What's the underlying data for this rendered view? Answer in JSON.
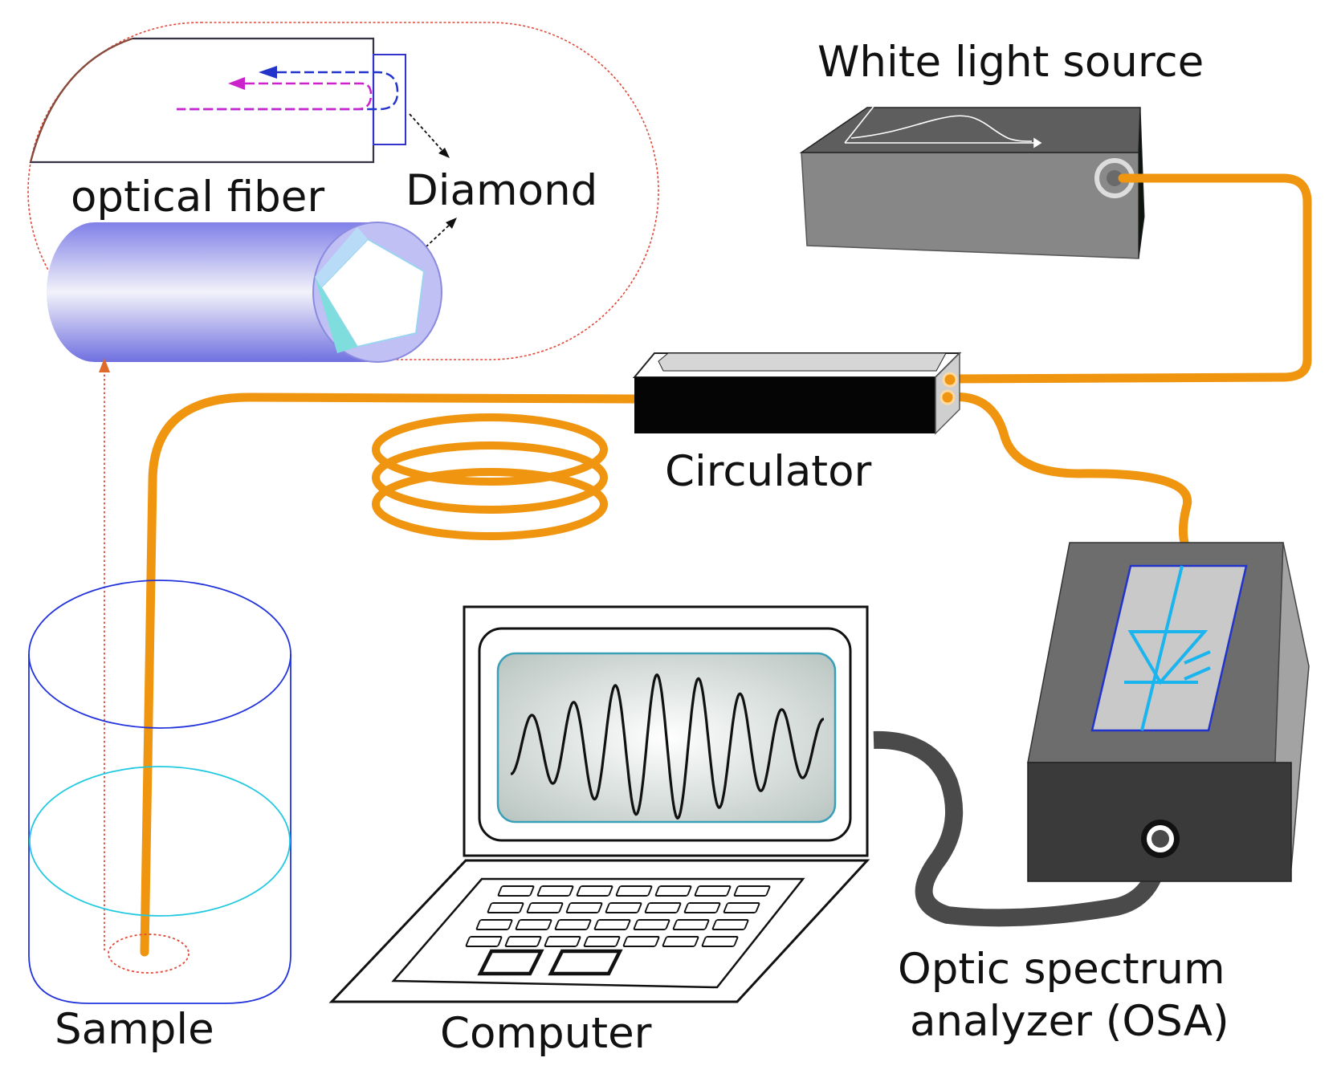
{
  "labels": {
    "white_light_source": "White light source",
    "optical_fiber": "optical fiber",
    "diamond": "Diamond",
    "circulator": "Circulator",
    "sample": "Sample",
    "computer": "Computer",
    "osa_line1": "Optic spectrum",
    "osa_line2": "analyzer (OSA)"
  },
  "colors": {
    "fiber": "#ef9510",
    "cable": "#4a4a4a",
    "inset_border": "#e04a3a",
    "beaker": "#2233dd",
    "liquid": "#21c9e0",
    "photodiode": "#1ab4ef",
    "reflection_arrow_blue": "#2233cc",
    "reflection_arrow_magenta": "#cc22cc"
  }
}
